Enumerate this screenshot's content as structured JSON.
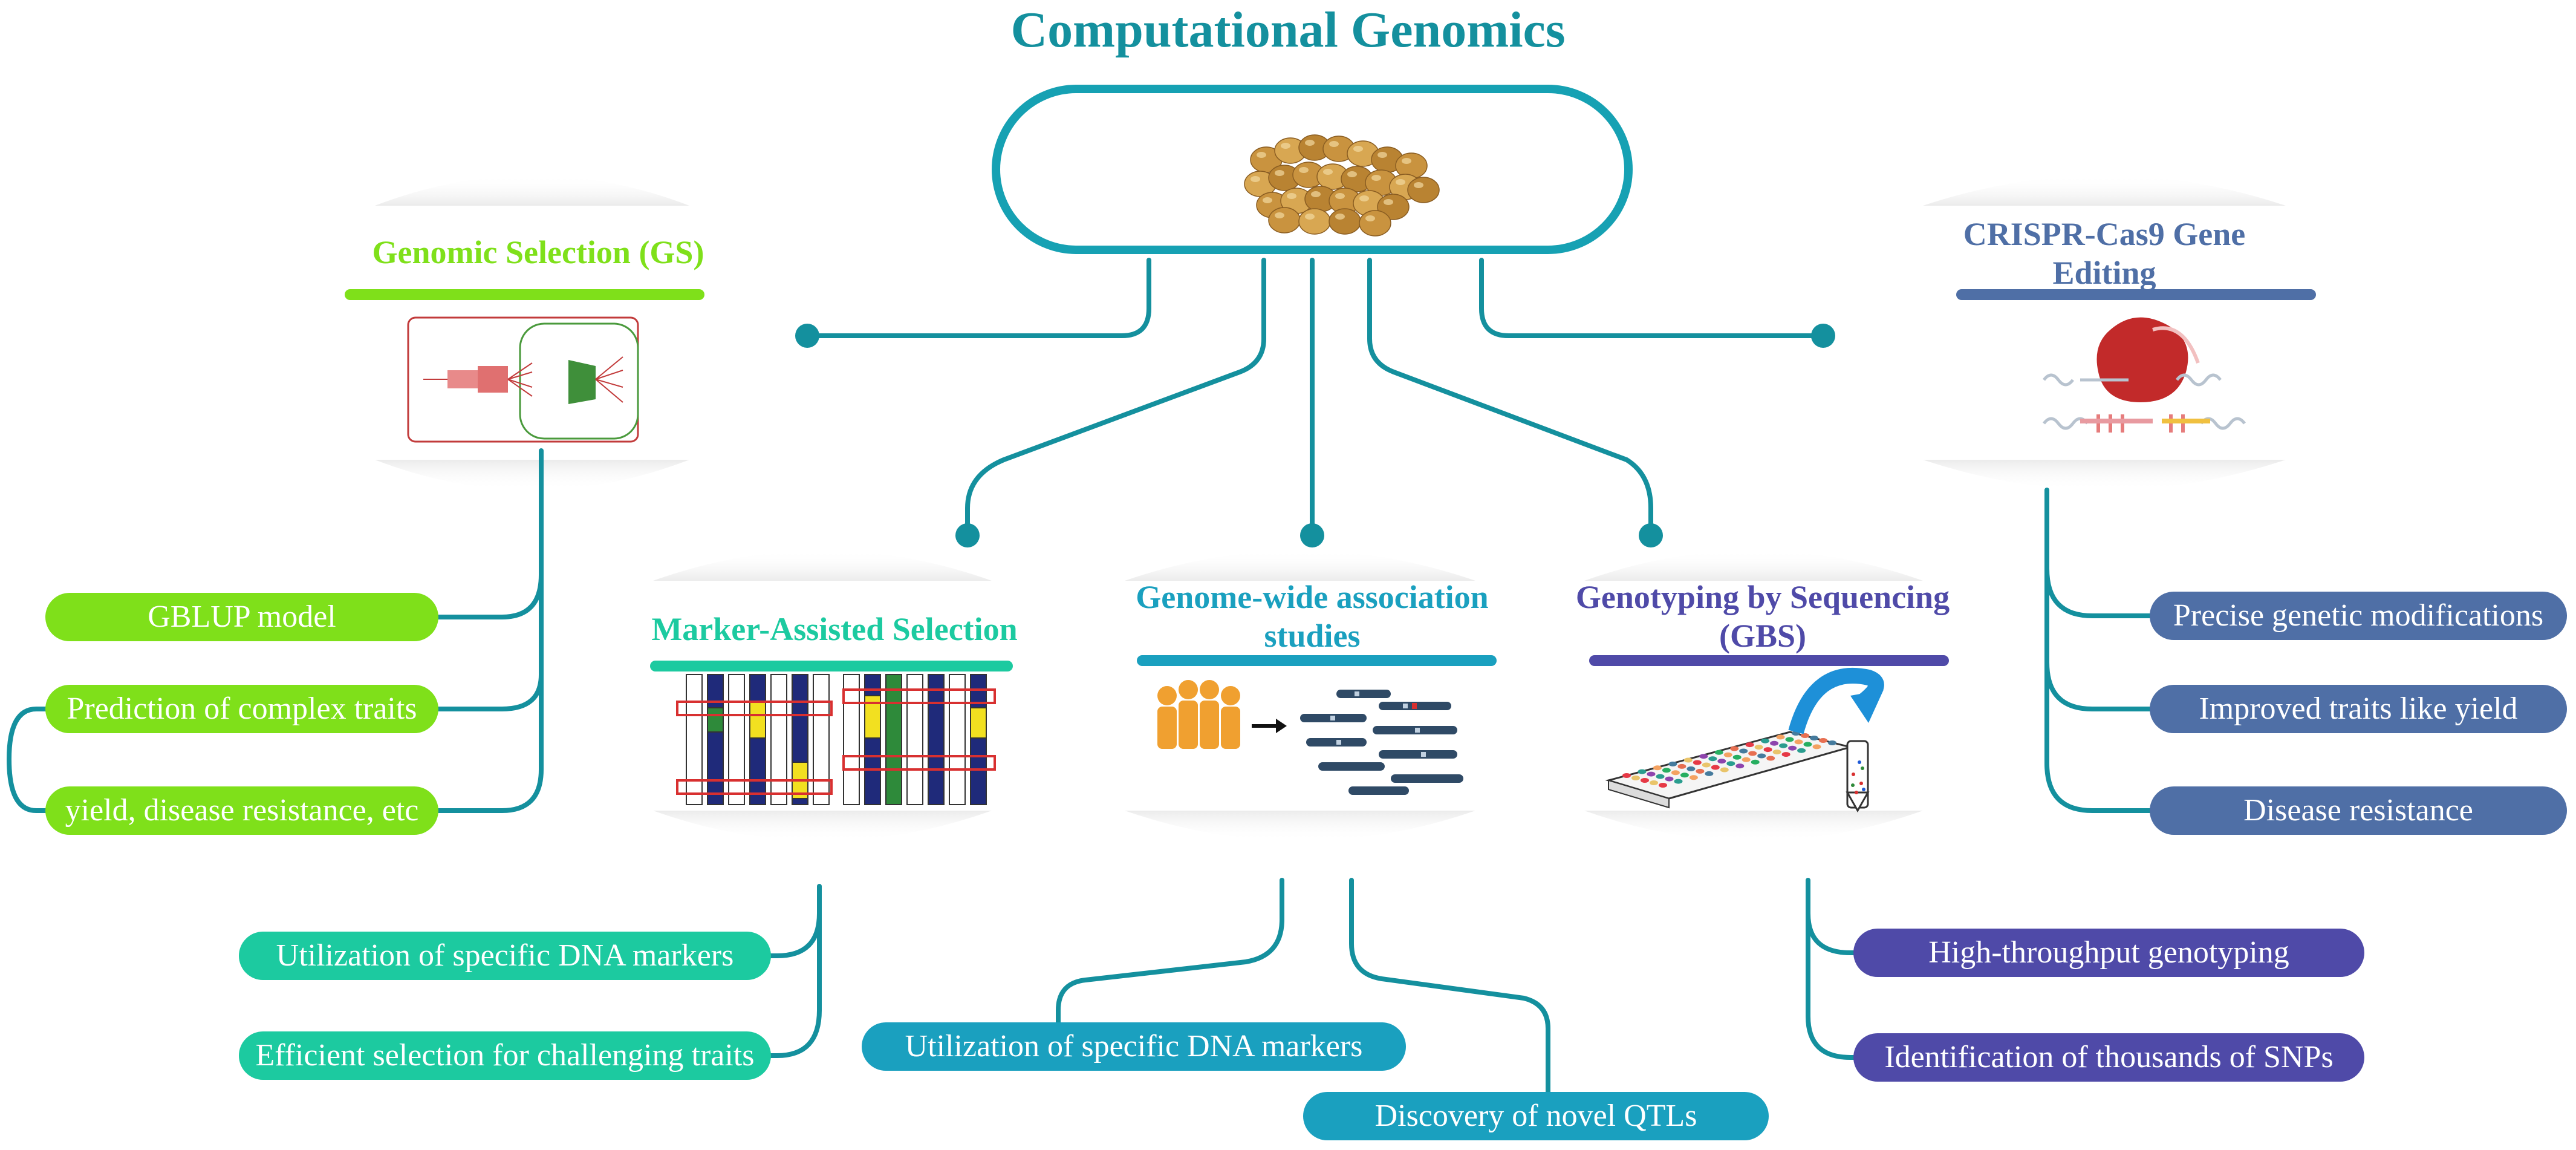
{
  "title": "Computational Genomics",
  "colors": {
    "teal": "#14909e",
    "gs": "#7fe01a",
    "mas": "#1ccaa0",
    "gwas": "#1aa0bf",
    "gbs": "#4f4aa8",
    "crispr": "#4f6fa6"
  },
  "sections": {
    "gs": {
      "title": "Genomic Selection (GS)",
      "items": [
        "GBLUP model",
        "Prediction of complex traits",
        "yield, disease resistance, etc"
      ]
    },
    "mas": {
      "title": "Marker-Assisted Selection",
      "items": [
        "Utilization of specific DNA markers",
        "Efficient selection for challenging traits"
      ]
    },
    "gwas": {
      "title": "Genome-wide association studies",
      "items": [
        "Utilization of specific DNA markers",
        "Discovery of novel QTLs"
      ]
    },
    "gbs": {
      "title": "Genotyping by Sequencing (GBS)",
      "items": [
        "High-throughput genotyping",
        "Identification of thousands of SNPs"
      ]
    },
    "crispr": {
      "title": "CRISPR-Cas9 Gene Editing",
      "items": [
        "Precise genetic modifications",
        "Improved traits like yield",
        "Disease resistance"
      ]
    }
  }
}
